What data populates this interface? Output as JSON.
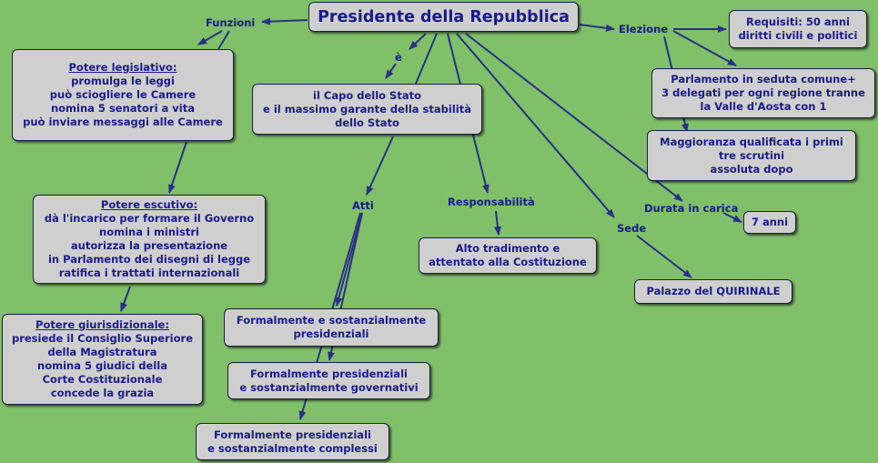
{
  "root": "Presidente della Repubblica",
  "labels": {
    "funzioni": "Funzioni",
    "elezione": "Elezione",
    "e": "è",
    "atti": "Atti",
    "responsabilita": "Responsabilità",
    "sede": "Sede",
    "durata": "Durata in carica"
  },
  "legislativo": {
    "heading": "Potere legislativo:",
    "lines": [
      "promulga le leggi",
      "può sciogliere le Camere",
      "nomina 5 senatori a vita",
      "può inviare messaggi alle Camere"
    ]
  },
  "esecutivo": {
    "heading": "Potere escutivo:",
    "lines": [
      "dà l'incarico per formare il Governo",
      "nomina i ministri",
      "autorizza la presentazione",
      "in Parlamento dei disegni di legge",
      "ratifica i trattati internazionali"
    ]
  },
  "giurisdizionale": {
    "heading": "Potere giurisdizionale:",
    "lines": [
      "presiede il Consiglio Superiore",
      "della Magistratura",
      "nomina 5 giudici della",
      "Corte Costituzionale",
      "concede la grazia"
    ]
  },
  "capo": {
    "lines": [
      "il Capo dello Stato",
      "e il massimo garante della stabilità",
      "dello Stato"
    ]
  },
  "atti": {
    "a1": [
      "Formalmente e sostanzialmente",
      "presidenziali"
    ],
    "a2": [
      "Formalmente presidenziali",
      "e sostanzialmente governativi"
    ],
    "a3": [
      "Formalmente presidenziali",
      "e sostanzialmente complessi"
    ]
  },
  "responsabilita": {
    "lines": [
      "Alto tradimento e",
      "attentato alla Costituzione"
    ]
  },
  "requisiti": {
    "lines": [
      "Requisiti: 50 anni",
      "diritti civili e politici"
    ]
  },
  "parlamento": {
    "lines": [
      "Parlamento in seduta comune+",
      "3 delegati per ogni regione tranne",
      "la Valle d'Aosta con 1"
    ]
  },
  "maggioranza": {
    "lines": [
      "Maggioranza qualificata i primi",
      "tre scrutini",
      "assoluta dopo"
    ]
  },
  "durata_value": "7 anni",
  "sede_value": "Palazzo del QUIRINALE",
  "colors": {
    "background": "#7fc069",
    "node_fill": "#cfcfcf",
    "text": "#1a1a8c",
    "link": "#2a2f86"
  }
}
